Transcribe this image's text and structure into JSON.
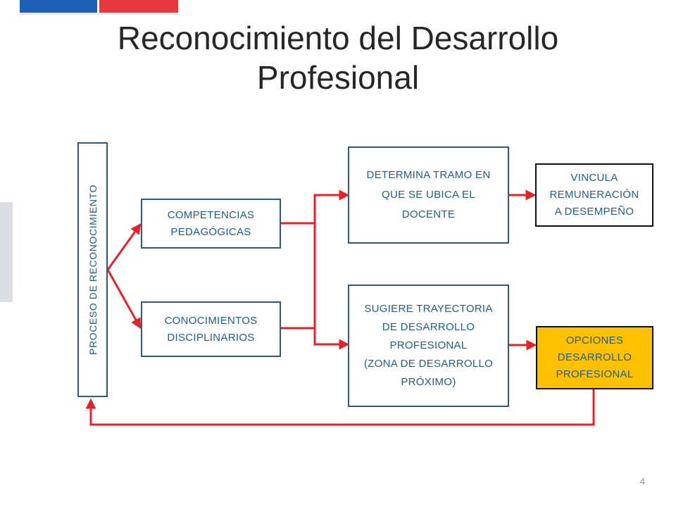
{
  "slide": {
    "title_line1": "Reconocimiento del Desarrollo",
    "title_line2": "Profesional",
    "page_number": "4"
  },
  "diagram": {
    "process_label": "PROCESO DE RECONOCIMIENTO",
    "competencias": [
      "COMPETENCIAS",
      "PEDAGÓGICAS"
    ],
    "conocimientos": [
      "CONOCIMIENTOS",
      "DISCIPLINARIOS"
    ],
    "determina": [
      "DETERMINA TRAMO EN",
      "QUE SE UBICA EL",
      "DOCENTE"
    ],
    "sugiere": [
      "SUGIERE TRAYECTORIA",
      "DE DESARROLLO",
      "PROFESIONAL",
      "(ZONA DE DESARROLLO",
      "PRÓXIMO)"
    ],
    "vincula": [
      "VINCULA",
      "REMUNERACIÓN",
      "A DESEMPEÑO"
    ],
    "opciones": [
      "OPCIONES",
      "DESARROLLO",
      "PROFESIONAL"
    ]
  },
  "colors": {
    "arrow": "#e8202a",
    "box_border": "#2e5b73",
    "text": "#1f5f86",
    "highlight": "#ffc000",
    "flag_blue": "#1f5fb8",
    "flag_red": "#e8383d"
  }
}
